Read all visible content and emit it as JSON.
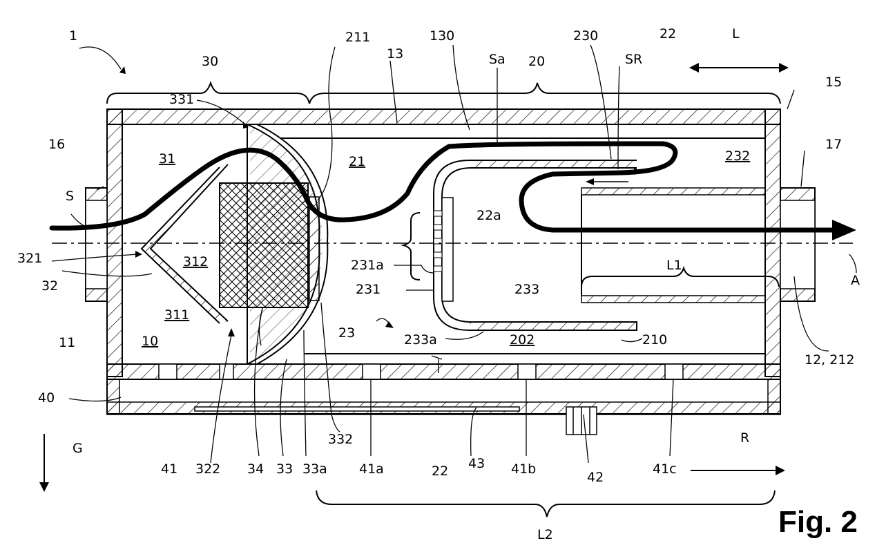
{
  "figure_title": "Fig. 2",
  "labels": {
    "l1": "1",
    "l30": "30",
    "l211": "211",
    "l13": "13",
    "l130": "130",
    "lSa": "Sa",
    "l20": "20",
    "l230": "230",
    "l22top": "22",
    "lL": "L",
    "lSR": "SR",
    "l15": "15",
    "l331": "331",
    "l16": "16",
    "l17": "17",
    "l31": "31",
    "l21": "21",
    "l232": "232",
    "lS": "S",
    "l22a": "22a",
    "l321": "321",
    "l312": "312",
    "l231a": "231a",
    "lL1": "L1",
    "lA": "A",
    "l32": "32",
    "l231": "231",
    "l233": "233",
    "l311": "311",
    "l11": "11",
    "l23": "23",
    "l233a": "233a",
    "l202": "202",
    "l210": "210",
    "l10": "10",
    "l12_212": "12, 212",
    "l40": "40",
    "l332": "332",
    "lG": "G",
    "lR": "R",
    "l41": "41",
    "l322": "322",
    "l34": "34",
    "l33": "33",
    "l33a": "33a",
    "l41a": "41a",
    "l22bot": "22",
    "l43": "43",
    "l41b": "41b",
    "l42": "42",
    "l41c": "41c",
    "lL2": "L2"
  }
}
